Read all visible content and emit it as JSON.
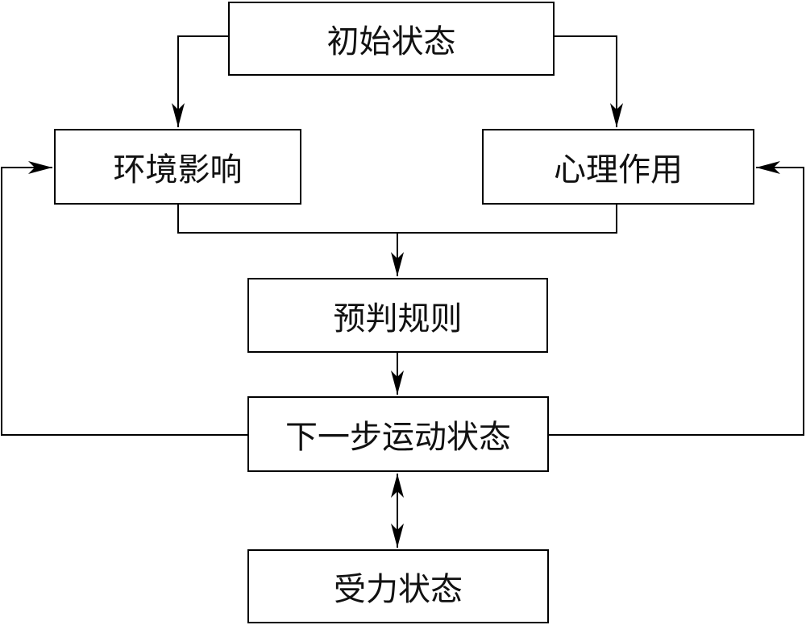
{
  "diagram": {
    "nodes": {
      "initial_state": "初始状态",
      "environment_influence": "环境影响",
      "psychological_effect": "心理作用",
      "prediction_rules": "预判规则",
      "next_motion_state": "下一步运动状态",
      "force_state": "受力状态"
    },
    "edges": [
      {
        "from": "initial_state",
        "to": "environment_influence"
      },
      {
        "from": "initial_state",
        "to": "psychological_effect"
      },
      {
        "from": "environment_influence",
        "to": "prediction_rules"
      },
      {
        "from": "psychological_effect",
        "to": "prediction_rules"
      },
      {
        "from": "prediction_rules",
        "to": "next_motion_state"
      },
      {
        "from": "next_motion_state",
        "to": "environment_influence"
      },
      {
        "from": "next_motion_state",
        "to": "psychological_effect"
      },
      {
        "from": "next_motion_state",
        "to": "force_state",
        "bidirectional": true
      }
    ],
    "line_color": "#000000"
  }
}
